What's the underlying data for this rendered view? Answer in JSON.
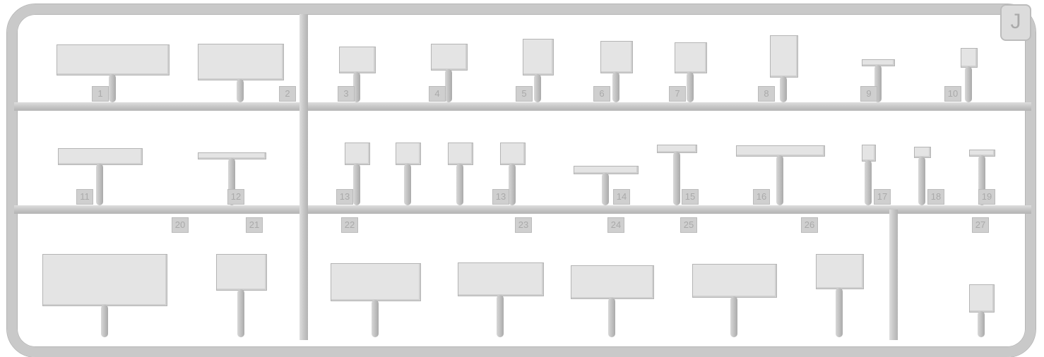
{
  "sprue_letter": "J",
  "part_numbers": [
    "1",
    "2",
    "3",
    "4",
    "5",
    "6",
    "7",
    "8",
    "9",
    "10",
    "11",
    "12",
    "13",
    "13",
    "14",
    "15",
    "16",
    "17",
    "18",
    "19",
    "20",
    "21",
    "22",
    "23",
    "24",
    "25",
    "26",
    "27"
  ],
  "colors": {
    "plastic": "#c9c9c9",
    "part": "#e4e4e4",
    "background": "#ffffff"
  }
}
